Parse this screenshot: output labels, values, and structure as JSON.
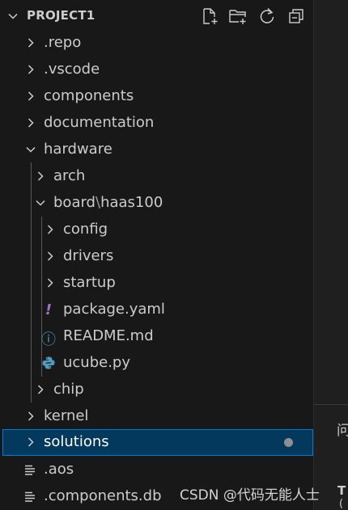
{
  "explorer": {
    "title": "PROJECT1",
    "actions": [
      "new-file",
      "new-folder",
      "refresh",
      "collapse-all"
    ]
  },
  "tree": {
    "repo": ".repo",
    "vscode": ".vscode",
    "components": "components",
    "documentation": "documentation",
    "hardware": "hardware",
    "arch": "arch",
    "board": "board",
    "board_sep": "\\",
    "haas100": "haas100",
    "config": "config",
    "drivers": "drivers",
    "startup": "startup",
    "package_yaml": "package.yaml",
    "readme": "README.md",
    "ucube": "ucube.py",
    "chip": "chip",
    "kernel": "kernel",
    "solutions": "solutions",
    "aos": ".aos",
    "components_db": ".components.db"
  },
  "icons": {
    "yaml": "!",
    "readme": "ⓘ",
    "python": "python-icon"
  },
  "colors": {
    "selected_bg": "#04395e",
    "selected_border": "#0078d4",
    "yaml_icon": "#a074c4",
    "readme_icon": "#519aba",
    "python_icon": "#519aba"
  },
  "right_panel": {
    "char1": "问",
    "char2": "T",
    "char3": "("
  },
  "watermark": "CSDN @代码无能人士"
}
